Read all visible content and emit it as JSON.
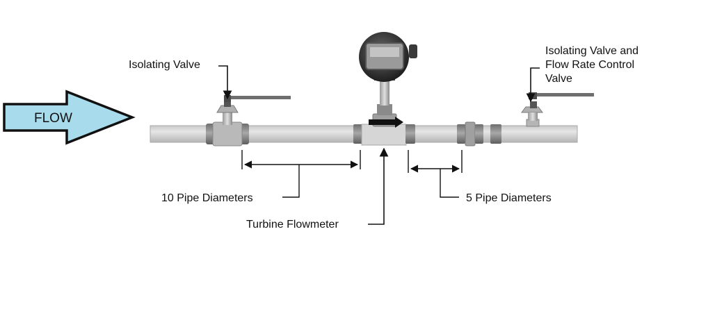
{
  "labels": {
    "flow": "FLOW",
    "inlet_valve": "Isolating Valve",
    "outlet_valve_line1": "Isolating Valve and",
    "outlet_valve_line2": "Flow Rate Control",
    "outlet_valve_line3": "Valve",
    "upstream_run": "10 Pipe Diameters",
    "downstream_run": "5 Pipe Diameters",
    "meter": "Turbine Flowmeter"
  },
  "colors": {
    "flow_arrow_fill": "#a8dcec",
    "pipe": "#d4d4d4",
    "fitting": "#8e8e8e",
    "meter_body": "#3a3a3a",
    "display": "#9a9a9a"
  }
}
